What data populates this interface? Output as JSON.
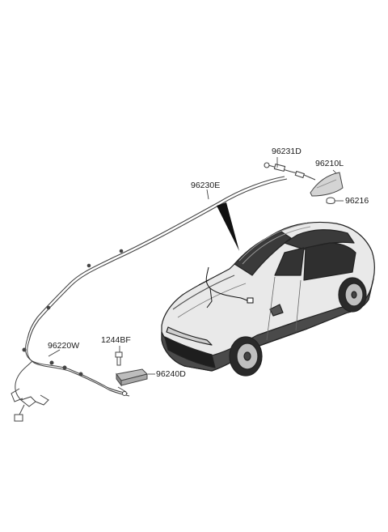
{
  "diagram": {
    "parts": [
      {
        "id": "p1",
        "label": "96231D"
      },
      {
        "id": "p2",
        "label": "96210L"
      },
      {
        "id": "p3",
        "label": "96230E"
      },
      {
        "id": "p4",
        "label": "96216"
      },
      {
        "id": "p5",
        "label": "96220W"
      },
      {
        "id": "p6",
        "label": "1244BF"
      },
      {
        "id": "p7",
        "label": "96240D"
      }
    ]
  }
}
